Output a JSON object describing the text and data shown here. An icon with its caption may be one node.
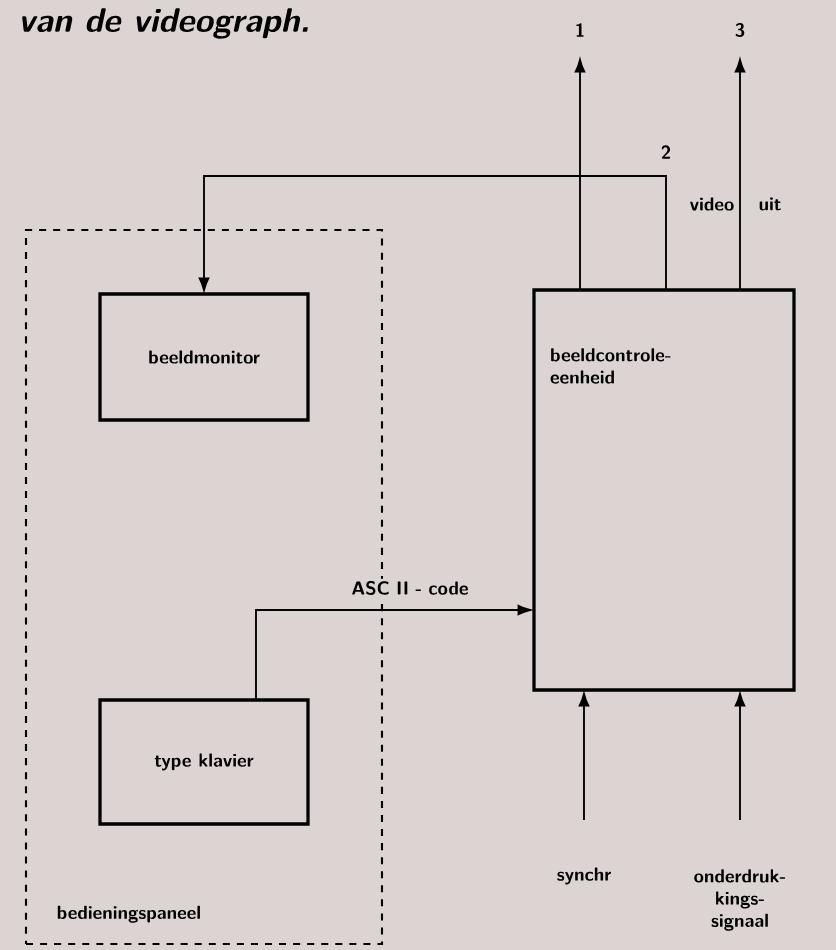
{
  "diagram": {
    "caption": "van de videograph.",
    "nodes": [
      {
        "text": [
          "bedieningspaneel"
        ]
      },
      {
        "text": [
          "beeldmonitor"
        ],
        "in": 0
      },
      {
        "text": [
          "type klavier"
        ],
        "in": 0
      },
      {
        "text": [
          "beeldcontrole- eenheid"
        ]
      }
    ],
    "edges": [
      {
        "from": 3,
        "to": 1,
        "arrow": "to",
        "label": "2"
      },
      {
        "from": 2,
        "to": 3,
        "arrow": "to",
        "label": "ASC II - code"
      },
      {
        "from": 3,
        "to": null,
        "arrow": "to",
        "label": "1"
      },
      {
        "from": 3,
        "to": null,
        "arrow": "to",
        "label": "3"
      },
      {
        "from": null,
        "to": 3,
        "arrow": "to",
        "label": "synchr"
      },
      {
        "from": null,
        "to": 3,
        "arrow": "to",
        "label": "onderdruk- kings- signaal"
      }
    ],
    "labels": [
      "video",
      "uit"
    ]
  }
}
